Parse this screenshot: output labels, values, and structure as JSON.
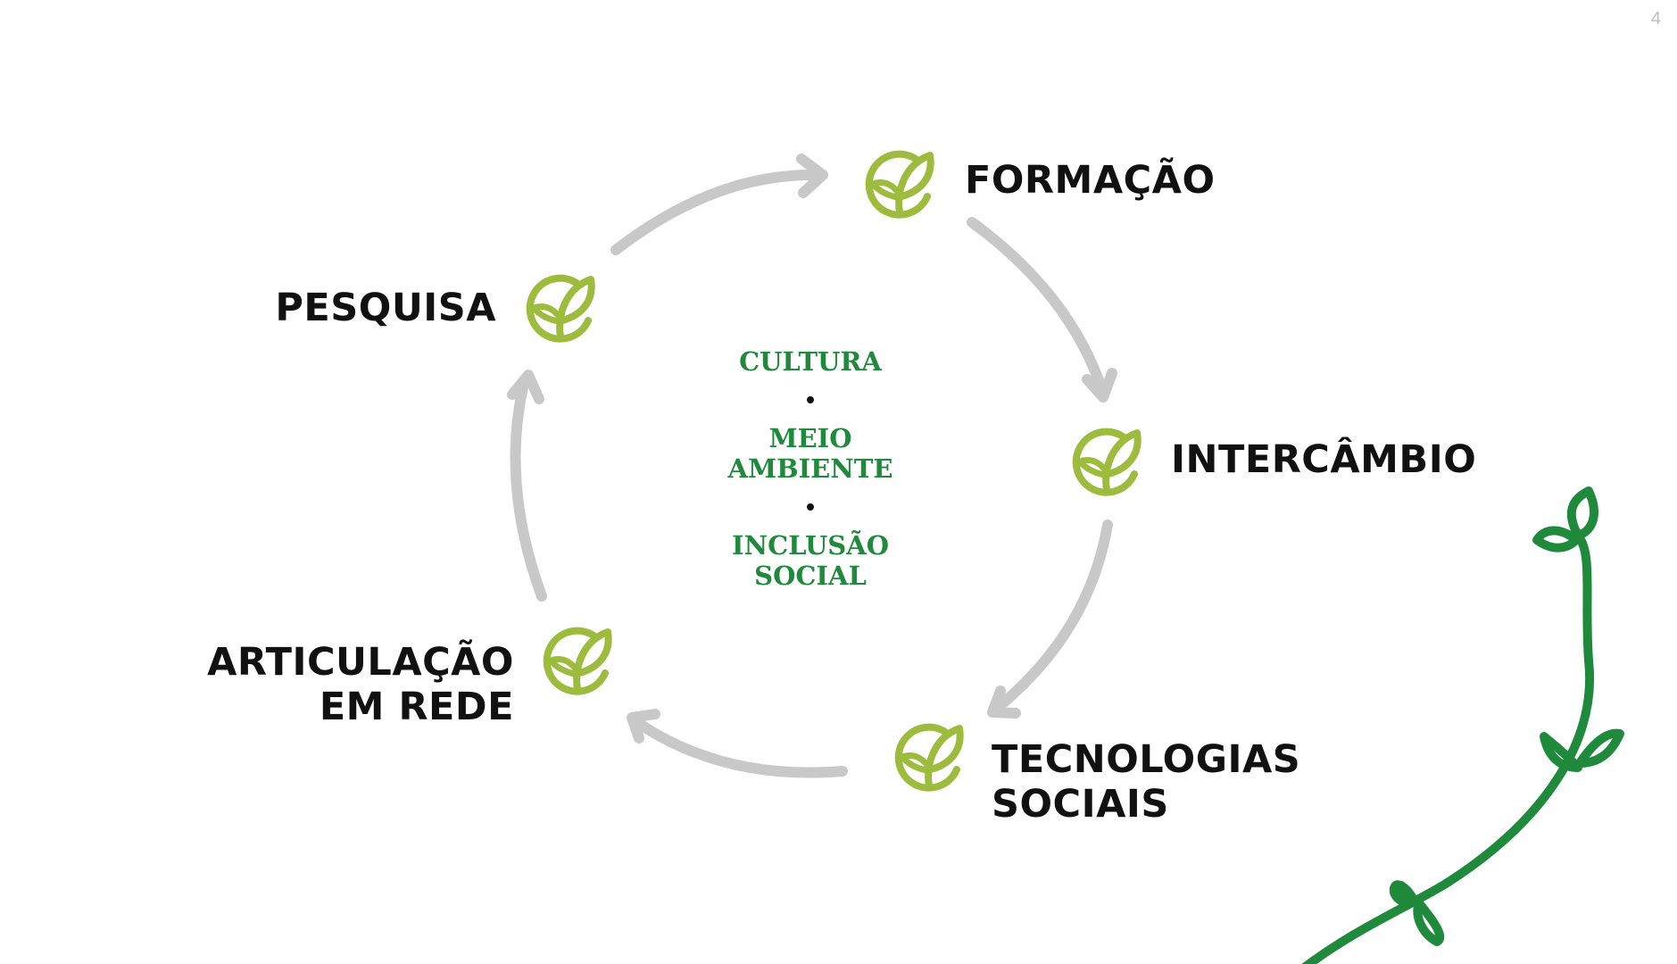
{
  "page_number": "4",
  "colors": {
    "arrow": "#c8c8c8",
    "leaf_icon": "#9dbb3c",
    "center_text": "#1f8a3b",
    "vine": "#1f8a3b",
    "label": "#111111"
  },
  "center": {
    "items": [
      {
        "lines": [
          "CULTURA"
        ]
      },
      {
        "lines": [
          "MEIO",
          "AMBIENTE"
        ]
      },
      {
        "lines": [
          "INCLUSÃO",
          "SOCIAL"
        ]
      }
    ]
  },
  "nodes": [
    {
      "id": "formacao",
      "lines": [
        "FORMAÇÃO"
      ],
      "icon": "sprout-icon"
    },
    {
      "id": "intercambio",
      "lines": [
        "INTERCÂMBIO"
      ],
      "icon": "sprout-icon"
    },
    {
      "id": "tecnologias-sociais",
      "lines": [
        "TECNOLOGIAS",
        "SOCIAIS"
      ],
      "icon": "sprout-icon"
    },
    {
      "id": "articulacao-em-rede",
      "lines": [
        "ARTICULAÇÃO",
        "EM REDE"
      ],
      "icon": "sprout-icon"
    },
    {
      "id": "pesquisa",
      "lines": [
        "PESQUISA"
      ],
      "icon": "sprout-icon"
    }
  ],
  "decoration": {
    "vine": "vine-branch-icon"
  }
}
